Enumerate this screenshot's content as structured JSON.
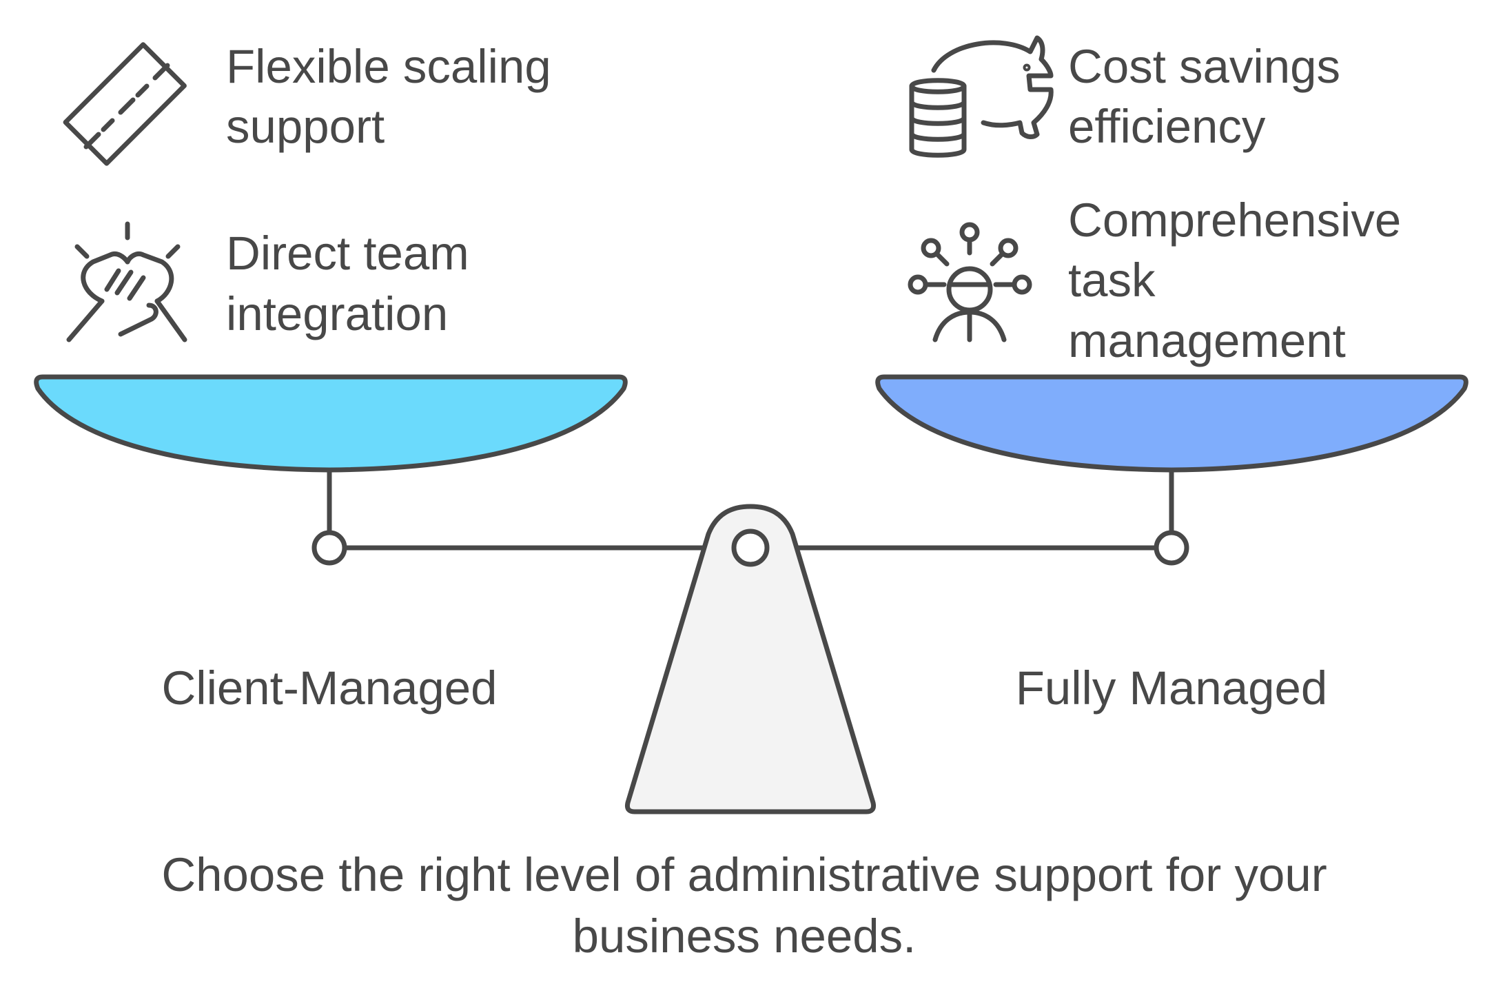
{
  "left": {
    "label": "Client-Managed",
    "pan_color": "#6bdafc",
    "features": [
      {
        "icon": "ruler-icon",
        "line1": "Flexible scaling",
        "line2": "support"
      },
      {
        "icon": "handshake-icon",
        "line1": "Direct team",
        "line2": "integration"
      }
    ]
  },
  "right": {
    "label": "Fully Managed",
    "pan_color": "#7fadfc",
    "features": [
      {
        "icon": "piggy-bank-coins-icon",
        "line1": "Cost savings",
        "line2": "efficiency"
      },
      {
        "icon": "person-network-icon",
        "line1": "Comprehensive",
        "line2": "task",
        "line3": "management"
      }
    ]
  },
  "fulcrum_color": "#f3f3f3",
  "stroke_color": "#484848",
  "caption": {
    "line1": "Choose the right level of administrative support for your",
    "line2": "business needs."
  }
}
